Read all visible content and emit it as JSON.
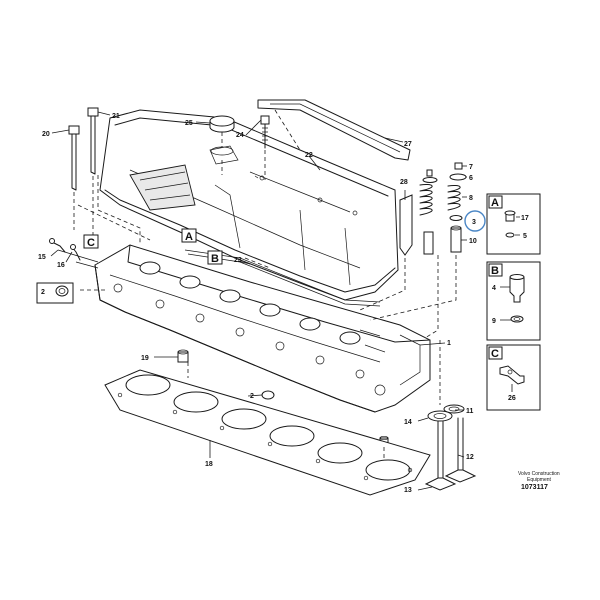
{
  "callouts": {
    "n1": "1",
    "n2a": "2",
    "n2b": "2",
    "n3": "3",
    "n4": "4",
    "n5": "5",
    "n6": "6",
    "n7": "7",
    "n8": "8",
    "n9": "9",
    "n10": "10",
    "n11": "11",
    "n12": "12",
    "n13": "13",
    "n14": "14",
    "n15": "15",
    "n16": "16",
    "n17": "17",
    "n18": "18",
    "n19": "19",
    "n20": "20",
    "n21": "21",
    "n22": "22",
    "n23": "23",
    "n24": "24",
    "n25": "25",
    "n26": "26",
    "n27": "27",
    "n28": "28"
  },
  "detail_labels": {
    "a1": "A",
    "b1": "B",
    "c1": "C",
    "a2": "A",
    "b2": "B",
    "c2": "C"
  },
  "footer": {
    "brand_line1": "Volvo Construction",
    "brand_line2": "Equipment",
    "doc_number": "1073117"
  },
  "colors": {
    "line": "#1a1a1a",
    "highlight_circle": "#4a86c5",
    "background": "#ffffff"
  }
}
